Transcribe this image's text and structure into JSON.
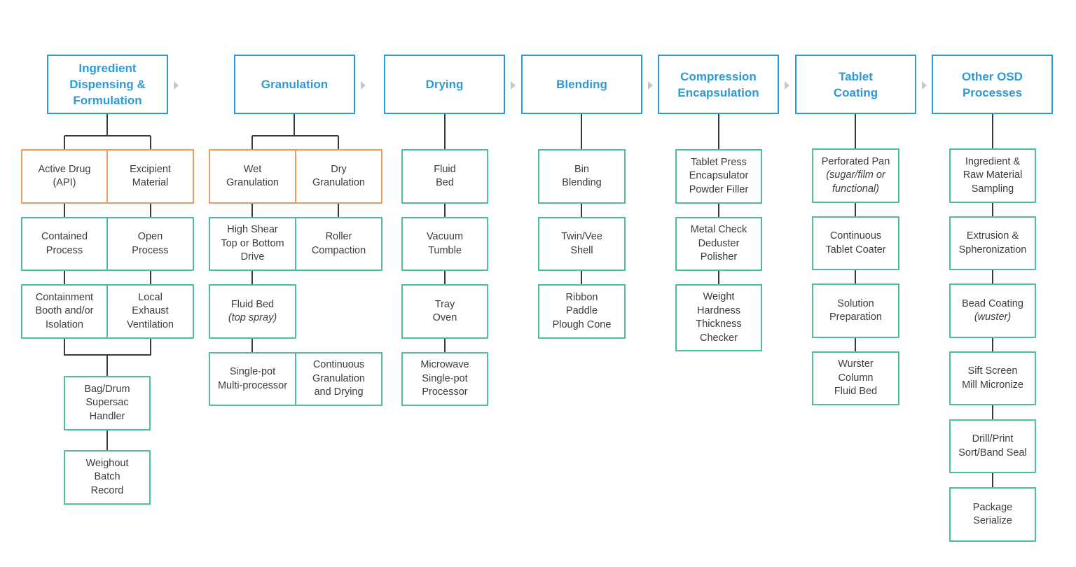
{
  "stages": [
    {
      "id": "dispensing",
      "title": "Ingredient\nDispensing &\nFormulation"
    },
    {
      "id": "granulation",
      "title": "Granulation"
    },
    {
      "id": "drying",
      "title": "Drying"
    },
    {
      "id": "blending",
      "title": "Blending"
    },
    {
      "id": "compression",
      "title": "Compression\nEncapsulation"
    },
    {
      "id": "coating",
      "title": "Tablet\nCoating"
    },
    {
      "id": "other",
      "title": "Other OSD\nProcesses"
    }
  ],
  "nodes": [
    {
      "id": "active-drug",
      "label": "Active Drug\n(API)"
    },
    {
      "id": "excipient",
      "label": "Excipient\nMaterial"
    },
    {
      "id": "contained",
      "label": "Contained\nProcess"
    },
    {
      "id": "open",
      "label": "Open\nProcess"
    },
    {
      "id": "containment",
      "label": "Containment\nBooth and/or\nIsolation"
    },
    {
      "id": "local-exhaust",
      "label": "Local\nExhaust\nVentilation"
    },
    {
      "id": "bag-drum",
      "label": "Bag/Drum\nSupersac\nHandler"
    },
    {
      "id": "weighout",
      "label": "Weighout\nBatch\nRecord"
    },
    {
      "id": "wet-gran",
      "label": "Wet\nGranulation"
    },
    {
      "id": "dry-gran",
      "label": "Dry\nGranulation"
    },
    {
      "id": "high-shear",
      "label": "High Shear\nTop or Bottom\nDrive"
    },
    {
      "id": "roller",
      "label": "Roller\nCompaction"
    },
    {
      "id": "fluid-bed-gran",
      "label": "Fluid Bed",
      "note": "(top spray)"
    },
    {
      "id": "single-pot-multi",
      "label": "Single-pot\nMulti-processor"
    },
    {
      "id": "continuous-gran",
      "label": "Continuous\nGranulation\nand Drying"
    },
    {
      "id": "fluid-bed-dry",
      "label": "Fluid\nBed"
    },
    {
      "id": "vacuum-tumble",
      "label": "Vacuum\nTumble"
    },
    {
      "id": "tray-oven",
      "label": "Tray\nOven"
    },
    {
      "id": "microwave",
      "label": "Microwave\nSingle-pot\nProcessor"
    },
    {
      "id": "bin-blending",
      "label": "Bin\nBlending"
    },
    {
      "id": "twin-vee",
      "label": "Twin/Vee\nShell"
    },
    {
      "id": "ribbon",
      "label": "Ribbon\nPaddle\nPlough Cone"
    },
    {
      "id": "tablet-press",
      "label": "Tablet Press\nEncapsulator\nPowder Filler"
    },
    {
      "id": "metal-check",
      "label": "Metal Check\nDeduster\nPolisher"
    },
    {
      "id": "weight-hardness",
      "label": "Weight\nHardness\nThickness\nChecker"
    },
    {
      "id": "perforated-pan",
      "label": "Perforated Pan",
      "note": "(sugar/film or\nfunctional)"
    },
    {
      "id": "continuous-coater",
      "label": "Continuous\nTablet Coater"
    },
    {
      "id": "solution-prep",
      "label": "Solution\nPreparation"
    },
    {
      "id": "wurster",
      "label": "Wurster\nColumn\nFluid Bed"
    },
    {
      "id": "ingredient-sampling",
      "label": "Ingredient &\nRaw Material\nSampling"
    },
    {
      "id": "extrusion",
      "label": "Extrusion &\nSpheronization"
    },
    {
      "id": "bead-coating",
      "label": "Bead Coating",
      "note": "(wuster)"
    },
    {
      "id": "sift-screen",
      "label": "Sift Screen\nMill Micronize"
    },
    {
      "id": "drill-print",
      "label": "Drill/Print\nSort/Band Seal"
    },
    {
      "id": "package",
      "label": "Package\nSerialize"
    }
  ],
  "colors": {
    "header_border": "#2d9ad6",
    "header_text": "#2d9ad6",
    "box_border_green": "#4fbf96",
    "box_border_orange": "#ef9a5b",
    "connector": "#3a3a3a",
    "arrow": "#c8c8c8",
    "text": "#3c3c3c"
  }
}
